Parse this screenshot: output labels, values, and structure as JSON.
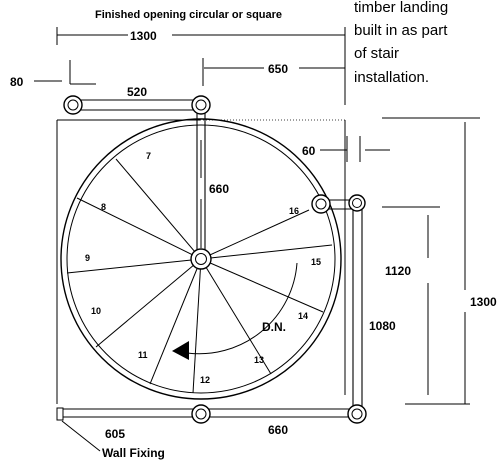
{
  "title": "Finished opening circular or square",
  "note": [
    "timber landing",
    "built in as part",
    "of stair",
    "installation."
  ],
  "dimensions": {
    "overall_width": "1300",
    "left_offset": "80",
    "landing_arm": "520",
    "centre_to_right": "650",
    "gap": "60",
    "column_to_rail": "660",
    "landing_depth": "1120",
    "overall_depth": "1300",
    "side_rail": "1080",
    "bottom_left": "605",
    "bottom_rail": "660"
  },
  "steps": [
    "7",
    "8",
    "9",
    "10",
    "11",
    "12",
    "13",
    "14",
    "15",
    "16"
  ],
  "direction_label": "D.N.",
  "wall_fixing_label": "Wall Fixing"
}
